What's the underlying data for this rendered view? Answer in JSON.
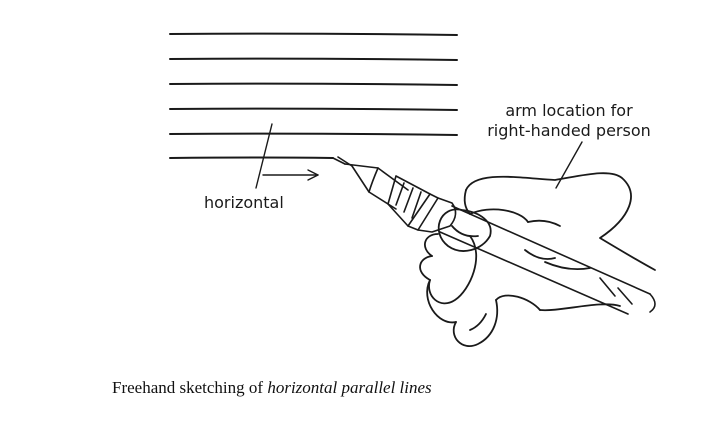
{
  "diagram": {
    "labels": {
      "arm_line1": "arm location for",
      "arm_line2": "right-handed person",
      "horizontal": "horizontal"
    }
  },
  "caption": {
    "prefix": "Freehand sketching of ",
    "emphasis": "horizontal parallel lines"
  },
  "colors": {
    "ink": "#1a1a1a",
    "background": "#ffffff"
  },
  "icons": [
    "pencil-drawing",
    "hand-drawing",
    "arrow-right"
  ]
}
